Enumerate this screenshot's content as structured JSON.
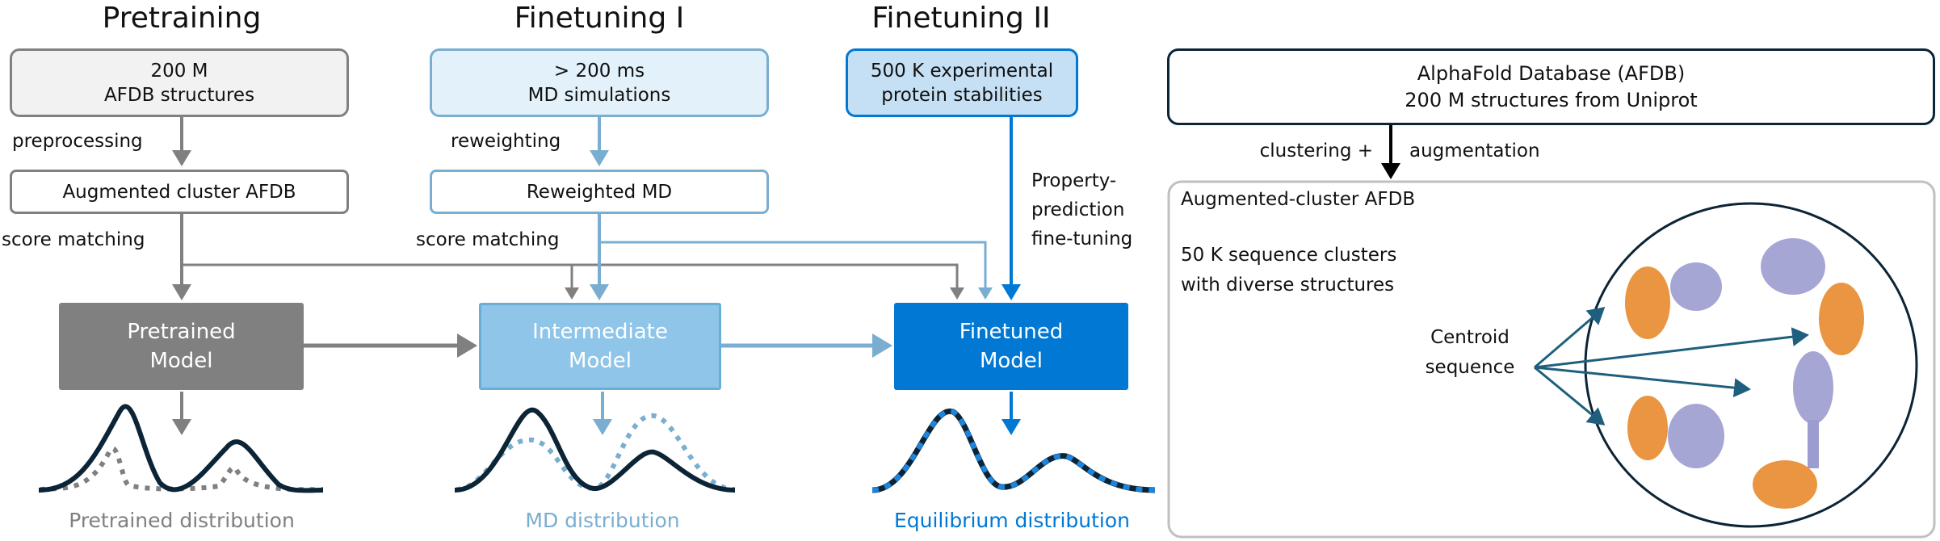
{
  "columns": [
    {
      "title": "Pretraining",
      "source": [
        "200 M",
        "AFDB structures"
      ],
      "process": "preprocessing",
      "dataset": "Augmented cluster AFDB",
      "training": "score matching",
      "model": [
        "Pretrained",
        "Model"
      ],
      "distribution": "Pretrained distribution"
    },
    {
      "title": "Finetuning I",
      "source": [
        "> 200 ms",
        "MD simulations"
      ],
      "process": "reweighting",
      "dataset": "Reweighted MD",
      "training": "score matching",
      "model": [
        "Intermediate",
        "Model"
      ],
      "distribution": "MD distribution"
    },
    {
      "title": "Finetuning II",
      "source": [
        "500 K experimental",
        "protein stabilities"
      ],
      "training": [
        "Property-",
        "prediction",
        "fine-tuning"
      ],
      "model": [
        "Finetuned",
        "Model"
      ],
      "distribution": "Equilibrium distribution"
    }
  ],
  "afdb_panel": {
    "source": [
      "AlphaFold Database (AFDB)",
      "200 M structures from Uniprot"
    ],
    "process_left": "clustering +",
    "process_right": "augmentation",
    "dataset_title": "Augmented-cluster AFDB",
    "clusters": [
      "50 K sequence clusters",
      "with diverse structures"
    ],
    "centroid": [
      "Centroid",
      "sequence"
    ]
  },
  "colors": {
    "pretrain": "#808080",
    "finetune1": "#7aaed0",
    "finetune1_model": "#8ec5e8",
    "finetune2": "#0078d4",
    "dark_curve": "#0b2436",
    "protein_orange": "#e88a2c",
    "protein_lavender": "#9c9cd0"
  }
}
